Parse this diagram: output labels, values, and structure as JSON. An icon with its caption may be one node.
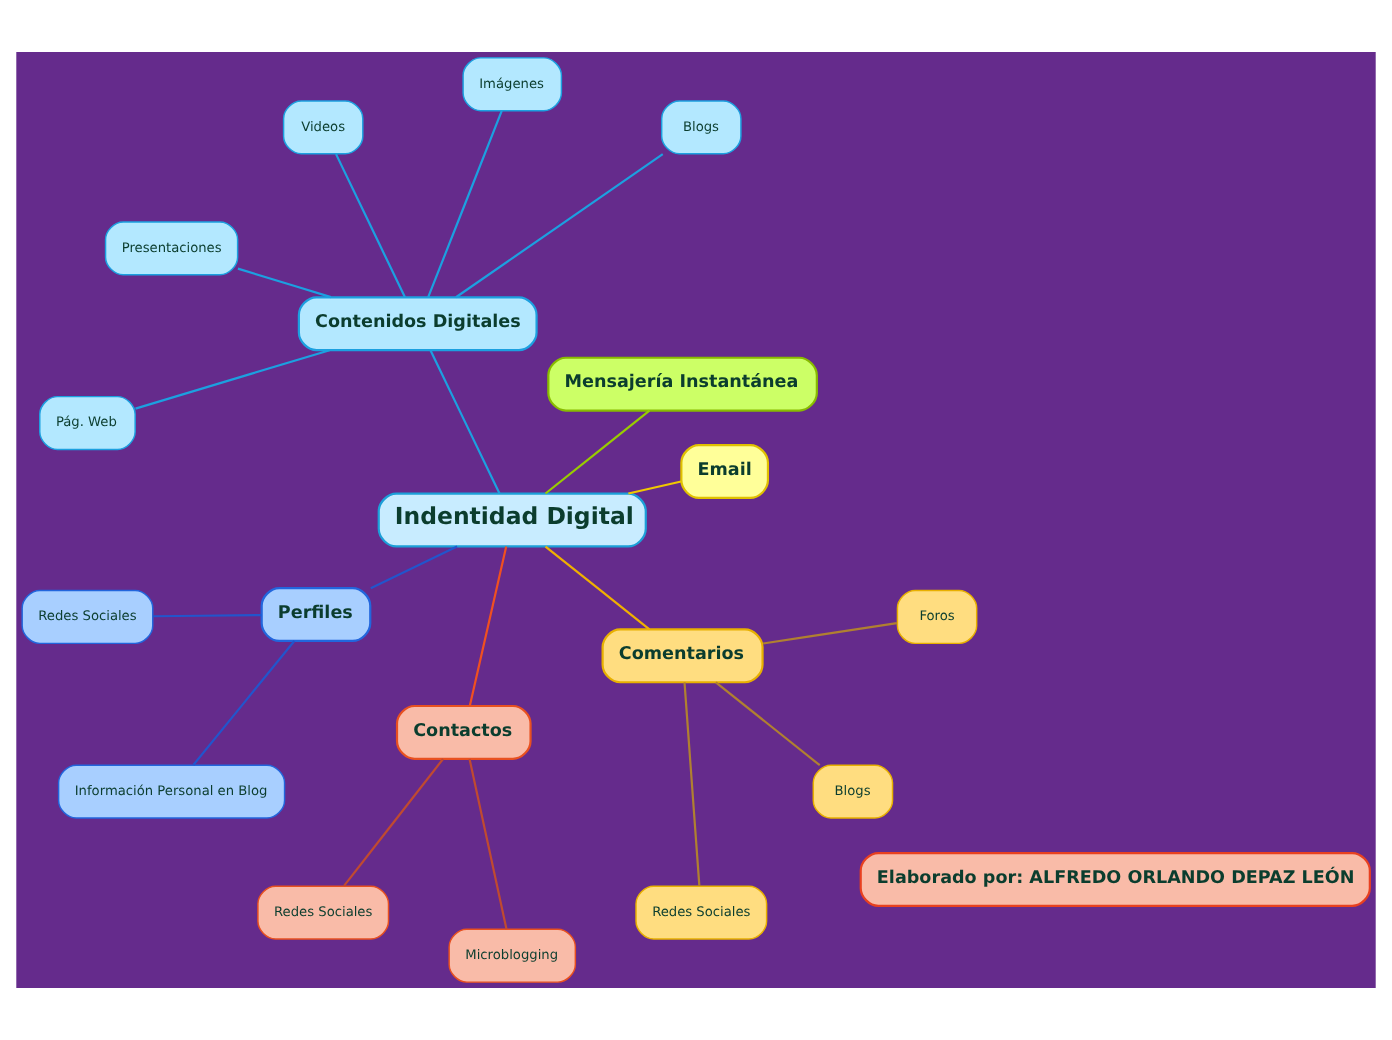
{
  "diagram": {
    "nodes": [
      {
        "text": [
          "Indentidad Digital"
        ]
      },
      {
        "text": [
          "Email"
        ]
      },
      {
        "text": [
          "Mensajería Instantánea"
        ]
      },
      {
        "text": [
          "Contenidos Digitales"
        ]
      },
      {
        "text": [
          "Blogs"
        ]
      },
      {
        "text": [
          "Imágenes"
        ]
      },
      {
        "text": [
          "Videos"
        ]
      },
      {
        "text": [
          "Presentaciones"
        ]
      },
      {
        "text": [
          "Pág. Web"
        ]
      },
      {
        "text": [
          "Perfiles"
        ]
      },
      {
        "text": [
          "Redes Sociales"
        ]
      },
      {
        "text": [
          "Información Personal en Blog"
        ]
      },
      {
        "text": [
          "Contactos"
        ]
      },
      {
        "text": [
          "Redes Sociales"
        ]
      },
      {
        "text": [
          "Microblogging"
        ]
      },
      {
        "text": [
          "Comentarios"
        ]
      },
      {
        "text": [
          "Redes Sociales"
        ]
      },
      {
        "text": [
          "Blogs"
        ]
      },
      {
        "text": [
          "Foros"
        ]
      },
      {
        "text": [
          "Elaborado por: ALFREDO ORLANDO DEPAZ LEÓN"
        ]
      }
    ],
    "edges": [
      {
        "from": 0,
        "to": 1,
        "arrow": "none",
        "color": "#f0c800"
      },
      {
        "from": 0,
        "to": 2,
        "arrow": "none",
        "color": "#99cc00"
      },
      {
        "from": 0,
        "to": 3,
        "arrow": "none",
        "color": "#1ca0e0"
      },
      {
        "from": 3,
        "to": 4,
        "arrow": "none",
        "color": "#1ca0e0"
      },
      {
        "from": 3,
        "to": 5,
        "arrow": "none",
        "color": "#1ca0e0"
      },
      {
        "from": 3,
        "to": 6,
        "arrow": "none",
        "color": "#1ca0e0"
      },
      {
        "from": 3,
        "to": 7,
        "arrow": "none",
        "color": "#1ca0e0"
      },
      {
        "from": 3,
        "to": 8,
        "arrow": "none",
        "color": "#1ca0e0"
      },
      {
        "from": 0,
        "to": 9,
        "arrow": "none",
        "color": "#2255cc"
      },
      {
        "from": 9,
        "to": 10,
        "arrow": "none",
        "color": "#2255cc"
      },
      {
        "from": 9,
        "to": 11,
        "arrow": "none",
        "color": "#2255cc"
      },
      {
        "from": 0,
        "to": 12,
        "arrow": "none",
        "color": "#f05020"
      },
      {
        "from": 12,
        "to": 13,
        "arrow": "none",
        "color": "#c04a30"
      },
      {
        "from": 12,
        "to": 14,
        "arrow": "none",
        "color": "#c04a30"
      },
      {
        "from": 0,
        "to": 15,
        "arrow": "none",
        "color": "#f0b000"
      },
      {
        "from": 15,
        "to": 16,
        "arrow": "none",
        "color": "#b08030"
      },
      {
        "from": 15,
        "to": 17,
        "arrow": "none",
        "color": "#b08030"
      },
      {
        "from": 15,
        "to": 18,
        "arrow": "none",
        "color": "#b08030"
      }
    ]
  }
}
